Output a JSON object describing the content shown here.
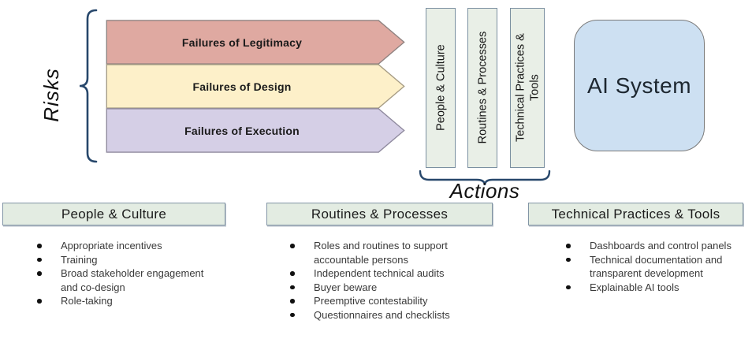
{
  "risks": {
    "label": "Risks",
    "arrows": [
      {
        "label": "Failures of Legitimacy",
        "color": "#dfa9a1",
        "border": "#8f8280"
      },
      {
        "label": "Failures of Design",
        "color": "#fdf0c9",
        "border": "#a69c84"
      },
      {
        "label": "Failures of Execution",
        "color": "#d5cfe6",
        "border": "#8f8a9e"
      }
    ]
  },
  "actions": {
    "label": "Actions",
    "columns": [
      {
        "label": "People & Culture"
      },
      {
        "label": "Routines & Processes"
      },
      {
        "label": "Technical Practices &\nTools"
      }
    ]
  },
  "ai_system": {
    "label": "AI System",
    "fill": "#cde0f2"
  },
  "colors": {
    "brace": "#27476b",
    "column_fill": "#e9efe7",
    "column_border": "#7b90a1",
    "header_fill": "#e3ece2",
    "header_border": "#8295a5"
  },
  "sections": [
    {
      "title": "People & Culture",
      "items": [
        "Appropriate incentives",
        "Training",
        "Broad stakeholder engagement\nand co-design",
        "Role-taking"
      ]
    },
    {
      "title": "Routines & Processes",
      "items": [
        "Roles and routines to support\naccountable persons",
        "Independent technical audits",
        "Buyer beware",
        "Preemptive contestability",
        "Questionnaires and checklists"
      ]
    },
    {
      "title": "Technical Practices & Tools",
      "items": [
        "Dashboards and control panels",
        "Technical documentation and\ntransparent development",
        "Explainable AI tools"
      ]
    }
  ]
}
